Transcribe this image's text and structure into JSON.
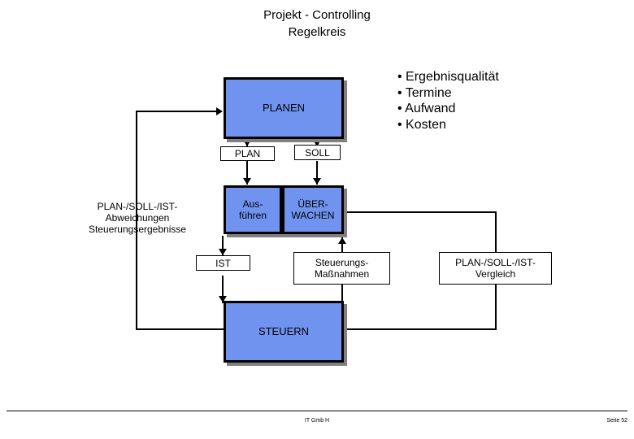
{
  "title": {
    "line1": "Projekt - Controlling",
    "line2": "Regelkreis"
  },
  "bullets": [
    "• Ergebnisqualität",
    "• Termine",
    "• Aufwand",
    "• Kosten"
  ],
  "boxes": {
    "planen": "PLANEN",
    "plan": "PLAN",
    "soll": "SOLL",
    "ausfuehren_line1": "Aus-",
    "ausfuehren_line2": "führen",
    "ueberwachen_line1": "ÜBER-",
    "ueberwachen_line2": "WACHEN",
    "ist": "IST",
    "steuern": "STEUERN",
    "steuerungsmassnahmen_line1": "Steuerungs-",
    "steuerungsmassnahmen_line2": "Maßnahmen",
    "vergleich_line1": "PLAN-/SOLL-/IST-",
    "vergleich_line2": "Vergleich",
    "abweichungen_line1": "PLAN-/SOLL-/IST-",
    "abweichungen_line2": "Abweichungen",
    "abweichungen_line3": "Steuerungsergebnisse"
  },
  "footer": {
    "center": "IT Gmb H",
    "page": "Seite 52"
  }
}
